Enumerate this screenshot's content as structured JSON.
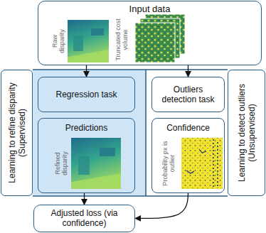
{
  "diagram": {
    "nodes": [
      {
        "text": [
          "Input data"
        ]
      },
      {
        "text": [
          "Learning to refine disparity (Supervised)"
        ]
      },
      {
        "text": [
          "Regression task"
        ]
      },
      {
        "text": [
          "Predictions"
        ]
      },
      {
        "text": [
          "Outliers detection task"
        ]
      },
      {
        "text": [
          "Confidence"
        ]
      },
      {
        "text": [
          "Learning to detect outliers (Unsupervised)"
        ]
      },
      {
        "text": [
          "Adjusted loss (via confidence)"
        ]
      }
    ],
    "edges": [
      {
        "from": 0,
        "to": 2,
        "arrow": "to"
      },
      {
        "from": 0,
        "to": 4,
        "arrow": "to"
      },
      {
        "from": 3,
        "to": 7,
        "arrow": "to"
      },
      {
        "from": 5,
        "to": 7,
        "arrow": "to"
      }
    ],
    "labels": [
      "Raw disparity",
      "Truncated cost volume",
      "Refined disparity",
      "Probability px is outlier"
    ]
  }
}
